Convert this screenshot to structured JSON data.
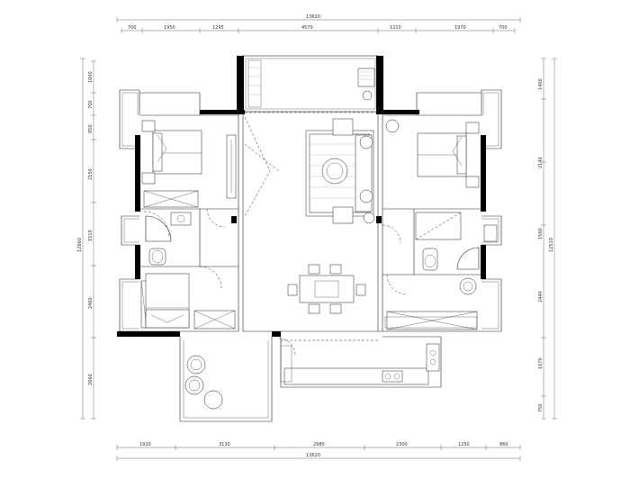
{
  "dimensions": {
    "top_total": "13620",
    "top_segments": [
      "700",
      "1950",
      "1295",
      "4570",
      "1210",
      "1970",
      "700"
    ],
    "bottom_total": "13620",
    "bottom_segments": [
      "1920",
      "3130",
      "2980",
      "2300",
      "1250",
      "860"
    ],
    "left_total": "12660",
    "left_segments": [
      "1000",
      "700",
      "850",
      "2150",
      "1510",
      "2460",
      "2660"
    ],
    "right_total": "12510",
    "right_segments": [
      "1400",
      "2140",
      "1560",
      "2440",
      "1670",
      "750"
    ]
  }
}
